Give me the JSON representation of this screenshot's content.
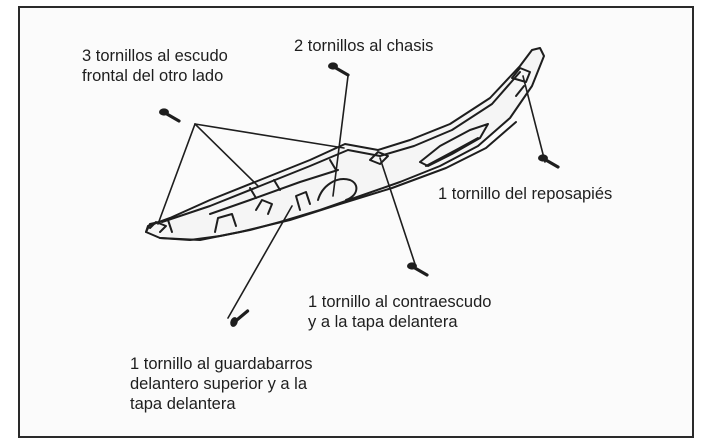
{
  "labels": {
    "escudo": {
      "lines": [
        "3 tornillos al escudo",
        "frontal del otro lado"
      ]
    },
    "chasis": {
      "lines": [
        "2 tornillos al chasis"
      ]
    },
    "reposapies": {
      "lines": [
        "1 tornillo del reposapiés"
      ]
    },
    "contraescudo": {
      "lines": [
        "1 tornillo al contraescudo",
        "y a la tapa delantera"
      ]
    },
    "guardabarros": {
      "lines": [
        "1 tornillo al guardabarros",
        "delantero superior y a la",
        "tapa delantera"
      ]
    }
  },
  "colors": {
    "ink": "#1e1e1e",
    "frame": "#2a2a2a",
    "background": "#fbfbfb"
  },
  "icons": [
    "screw-icon",
    "leader-line",
    "floorboard-panel"
  ]
}
